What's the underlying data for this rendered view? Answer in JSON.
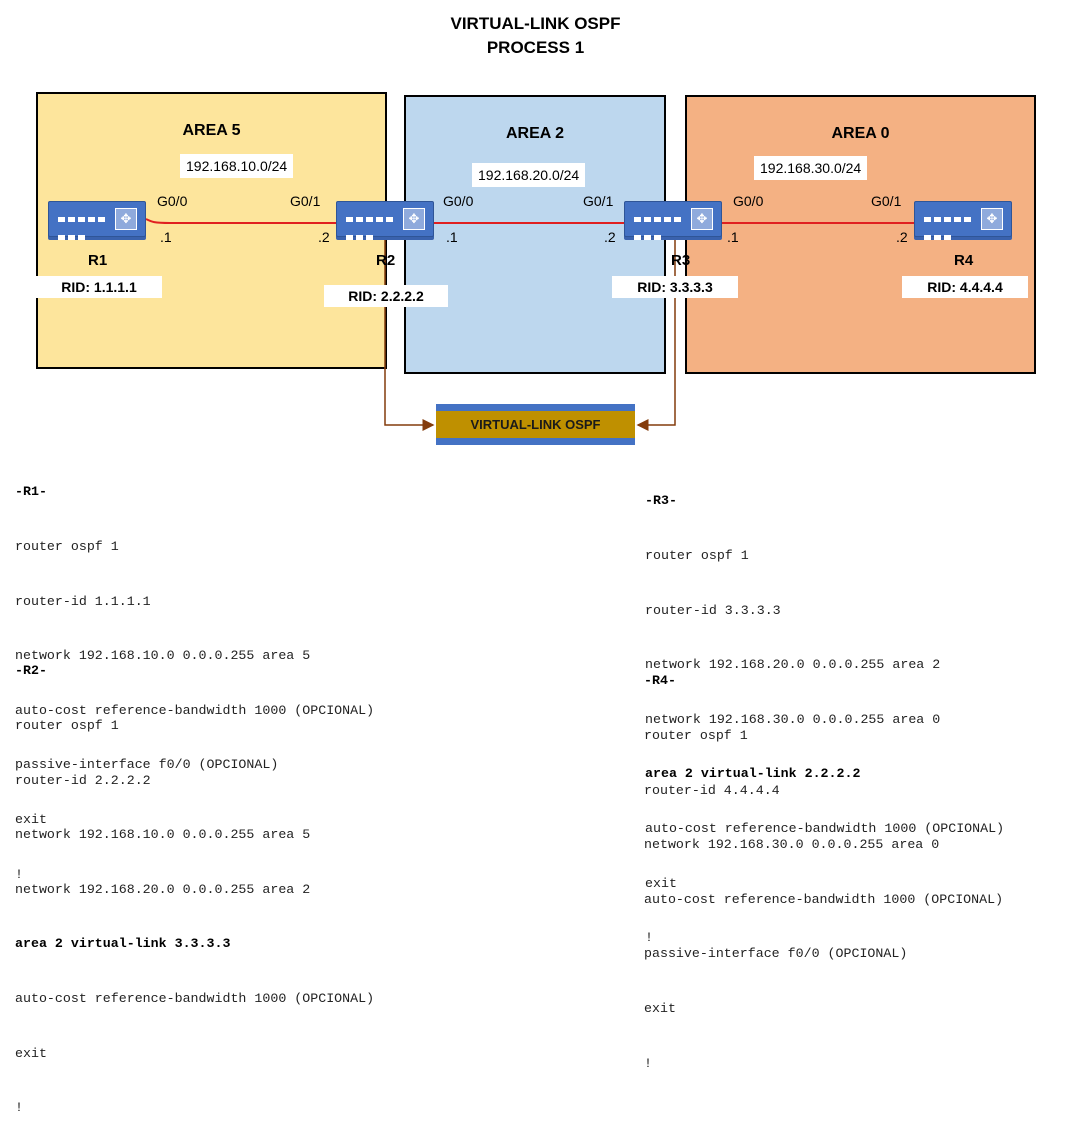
{
  "title": {
    "line1": "VIRTUAL-LINK OSPF",
    "line2": "PROCESS 1"
  },
  "colors": {
    "area5": "#fde59c",
    "area2": "#bdd7ee",
    "area0": "#f4b183",
    "router": "#4472c4",
    "link": "#e02020",
    "virtual_link": "#bf9000",
    "arrow": "#843c0c"
  },
  "areas": [
    {
      "label": "AREA 5",
      "network": "192.168.10.0/24"
    },
    {
      "label": "AREA 2",
      "network": "192.168.20.0/24"
    },
    {
      "label": "AREA 0",
      "network": "192.168.30.0/24"
    }
  ],
  "routers": [
    {
      "name": "R1",
      "rid": "RID: 1.1.1.1",
      "icon": "router-icon"
    },
    {
      "name": "R2",
      "rid": "RID: 2.2.2.2",
      "icon": "router-icon"
    },
    {
      "name": "R3",
      "rid": "RID: 3.3.3.3",
      "icon": "router-icon"
    },
    {
      "name": "R4",
      "rid": "RID: 4.4.4.4",
      "icon": "router-icon"
    }
  ],
  "interfaces": {
    "r1_g00": "G0/0",
    "r2_g01": "G0/1",
    "r2_g00": "G0/0",
    "r3_g01": "G0/1",
    "r3_g00": "G0/0",
    "r4_g01": "G0/1"
  },
  "host_ids": {
    "r1": ".1",
    "r2_left": ".2",
    "r2_right": ".1",
    "r3_left": ".2",
    "r3_right": ".1",
    "r4": ".2"
  },
  "virtual_link_label": "VIRTUAL-LINK OSPF",
  "configs": {
    "r1": [
      "-R1-",
      "router ospf 1",
      "router-id 1.1.1.1",
      "network 192.168.10.0 0.0.0.255 area 5",
      "auto-cost reference-bandwidth 1000 (OPCIONAL)",
      "passive-interface f0/0 (OPCIONAL)",
      "exit",
      "!"
    ],
    "r2": [
      "-R2-",
      "router ospf 1",
      "router-id 2.2.2.2",
      "network 192.168.10.0 0.0.0.255 area 5",
      "network 192.168.20.0 0.0.0.255 area 2",
      "area 2 virtual-link 3.3.3.3",
      "auto-cost reference-bandwidth 1000 (OPCIONAL)",
      "exit",
      "!"
    ],
    "r3": [
      "-R3-",
      "router ospf 1",
      "router-id 3.3.3.3",
      "network 192.168.20.0 0.0.0.255 area 2",
      "network 192.168.30.0 0.0.0.255 area 0",
      "area 2 virtual-link 2.2.2.2",
      "auto-cost reference-bandwidth 1000 (OPCIONAL)",
      "exit",
      "!"
    ],
    "r4": [
      "-R4-",
      "router ospf 1",
      "router-id 4.4.4.4",
      "network 192.168.30.0 0.0.0.255 area 0",
      "auto-cost reference-bandwidth 1000 (OPCIONAL)",
      "passive-interface f0/0 (OPCIONAL)",
      "exit",
      "!"
    ]
  }
}
